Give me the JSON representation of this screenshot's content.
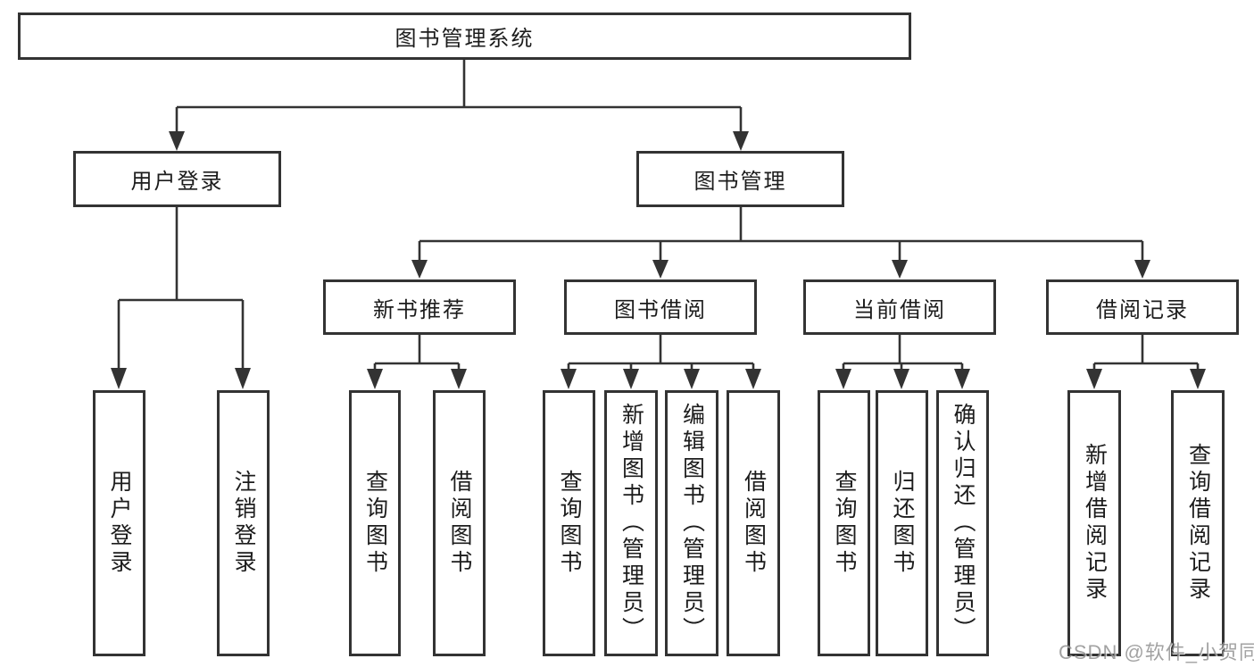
{
  "tree": {
    "label": "图书管理系统",
    "children": [
      {
        "label": "用户登录",
        "children": [
          {
            "label": "用户登录"
          },
          {
            "label": "注销登录"
          }
        ]
      },
      {
        "label": "图书管理",
        "children": [
          {
            "label": "新书推荐",
            "children": [
              {
                "label": "查询图书"
              },
              {
                "label": "借阅图书"
              }
            ]
          },
          {
            "label": "图书借阅",
            "children": [
              {
                "label": "查询图书"
              },
              {
                "label": "新增图书（管理员）"
              },
              {
                "label": "编辑图书（管理员）"
              },
              {
                "label": "借阅图书"
              }
            ]
          },
          {
            "label": "当前借阅",
            "children": [
              {
                "label": "查询图书"
              },
              {
                "label": "归还图书"
              },
              {
                "label": "确认归还（管理员）"
              }
            ]
          },
          {
            "label": "借阅记录",
            "children": [
              {
                "label": "新增借阅记录"
              },
              {
                "label": "查询借阅记录"
              }
            ]
          }
        ]
      }
    ]
  },
  "watermark": {
    "text": "CSDN @软件_小贺同学"
  },
  "colors": {
    "line": "#333333",
    "box_border": "#333333",
    "box_fill": "#ffffff",
    "text": "#1c1c1c",
    "watermark": "#8c8c8c"
  }
}
